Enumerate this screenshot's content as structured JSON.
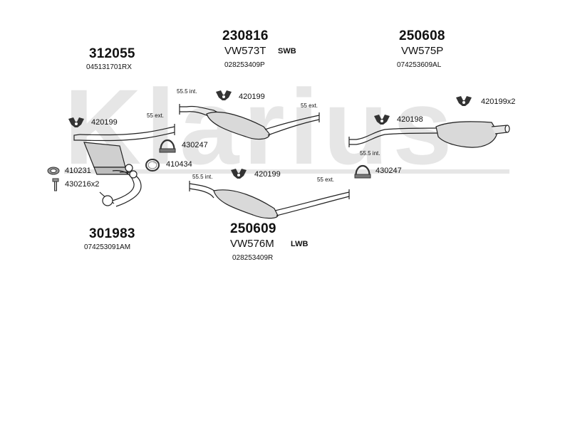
{
  "watermark": {
    "text": "Klarius"
  },
  "assemblies": {
    "front_pipe": {
      "number": "312055",
      "oem": "045131701RX"
    },
    "catalyst": {
      "number": "301983",
      "oem": "074253091AM"
    },
    "middle_swb": {
      "number": "230816",
      "model": "VW573T",
      "wheelbase": "SWB",
      "oem": "028253409P"
    },
    "middle_lwb": {
      "number": "250609",
      "model": "VW576M",
      "wheelbase": "LWB",
      "oem": "028253409R"
    },
    "rear": {
      "number": "250608",
      "model": "VW575P",
      "oem": "074253609AL"
    }
  },
  "fittings": {
    "hanger_front": "420199",
    "gasket": "410231",
    "bolt": "430216x2",
    "clamp_front": "430247",
    "ring": "410434",
    "hanger_mid_swb": "420199",
    "hanger_mid_lwb": "420199",
    "clamp_rear": "430247",
    "hanger_rear_a": "420198",
    "hanger_rear_b": "420199x2"
  },
  "pipe_labels": {
    "front_ext": "55 ext.",
    "swb_int": "55.5 int.",
    "swb_ext": "55 ext.",
    "lwb_int": "55.5 int.",
    "lwb_ext": "55 ext.",
    "rear_int": "55.5 int."
  }
}
